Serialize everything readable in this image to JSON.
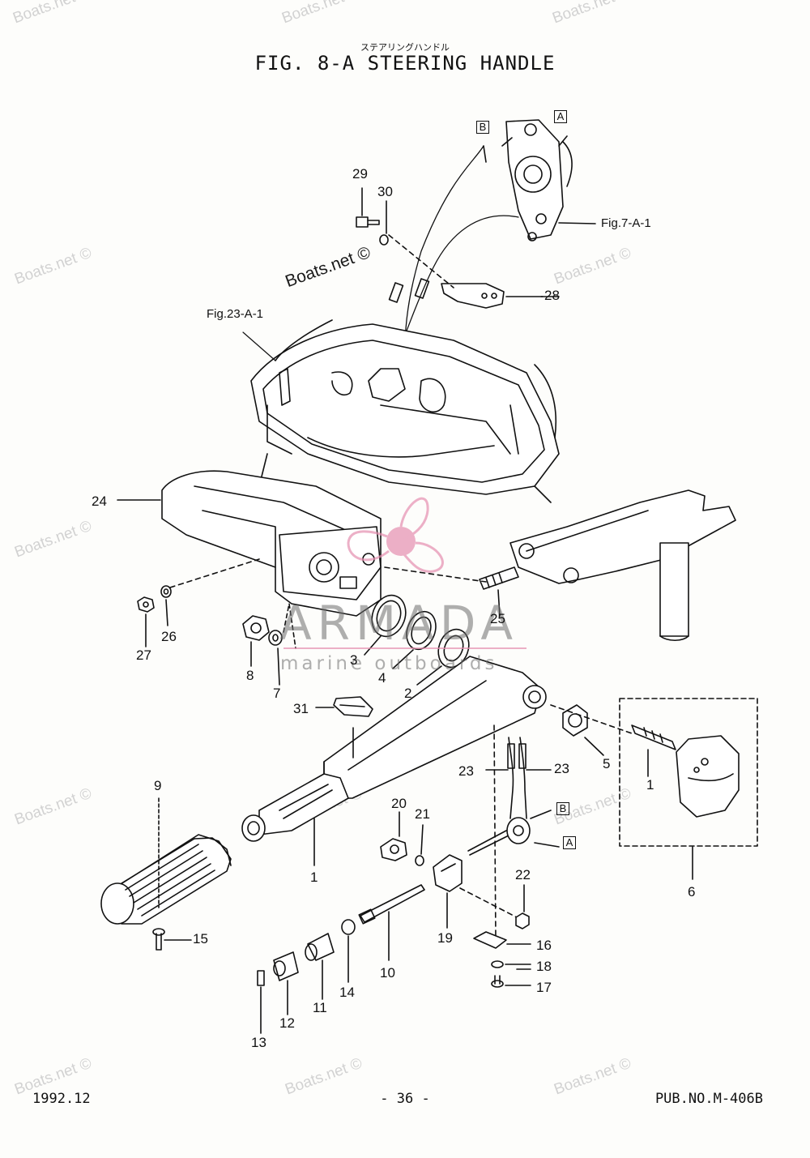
{
  "header": {
    "subtitle_jp": "ステアリングハンドル",
    "title": "FIG.  8-A STEERING HANDLE"
  },
  "footer": {
    "date": "1992.12",
    "page": "- 36 -",
    "pub_no": "PUB.NO.M-406B"
  },
  "watermarks": {
    "boats_net": "Boats.net ©",
    "logo_name": "ARMADA",
    "logo_tagline": "marine outboards"
  },
  "references": {
    "fig_7": "Fig.7-A-1",
    "fig_23": "Fig.23-A-1",
    "box_a": "A",
    "box_b": "B"
  },
  "callouts": {
    "c1": "1",
    "c1b": "1",
    "c2": "2",
    "c3": "3",
    "c4": "4",
    "c5": "5",
    "c6": "6",
    "c7": "7",
    "c8": "8",
    "c9": "9",
    "c10": "10",
    "c11": "11",
    "c12": "12",
    "c13": "13",
    "c14": "14",
    "c15": "15",
    "c16": "16",
    "c17": "17",
    "c18": "18",
    "c19": "19",
    "c20": "20",
    "c21": "21",
    "c22": "22",
    "c23a": "23",
    "c23b": "23",
    "c24": "24",
    "c25": "25",
    "c26": "26",
    "c27": "27",
    "c28": "28",
    "c29": "29",
    "c30": "30",
    "c31": "31"
  },
  "colors": {
    "ink": "#111111",
    "logo_pink": "#e58fb0",
    "watermark_gray": "#d2d2d2"
  }
}
